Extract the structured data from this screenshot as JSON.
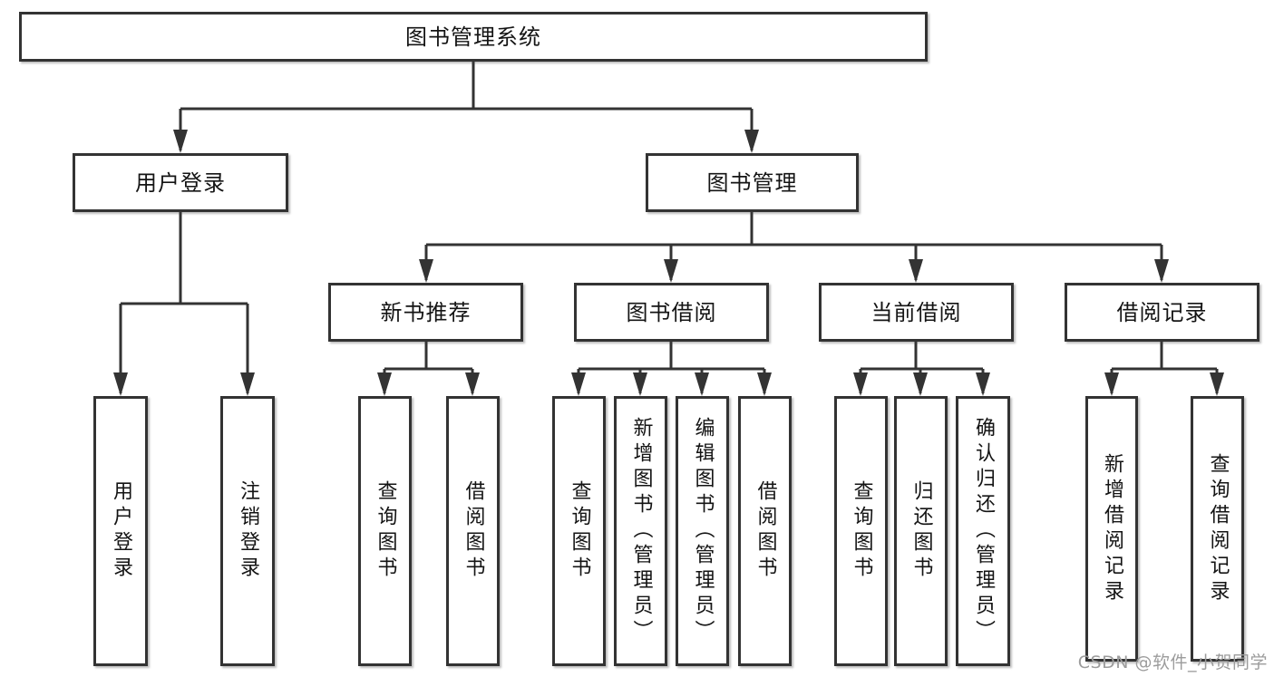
{
  "diagram": {
    "root": "图书管理系统",
    "level2": [
      "用户登录",
      "图书管理"
    ],
    "level3": [
      "新书推荐",
      "图书借阅",
      "当前借阅",
      "借阅记录"
    ],
    "leaves": {
      "user_login": [
        "用户登录",
        "注销登录"
      ],
      "new_book": [
        "查询图书",
        "借阅图书"
      ],
      "book_borrow": [
        "查询图书",
        "新增图书（管理员）",
        "编辑图书（管理员）",
        "借阅图书"
      ],
      "current_borrow": [
        "查询图书",
        "归还图书",
        "确认归还（管理员）"
      ],
      "borrow_record": [
        "新增借阅记录",
        "查询借阅记录"
      ]
    }
  },
  "watermark": {
    "text": "CSDN @软件_小贺同学",
    "color": "#9c9c9c"
  },
  "colors": {
    "line": "#333333",
    "text": "#141414",
    "background": "#ffffff",
    "box_fill": "#ffffff"
  }
}
